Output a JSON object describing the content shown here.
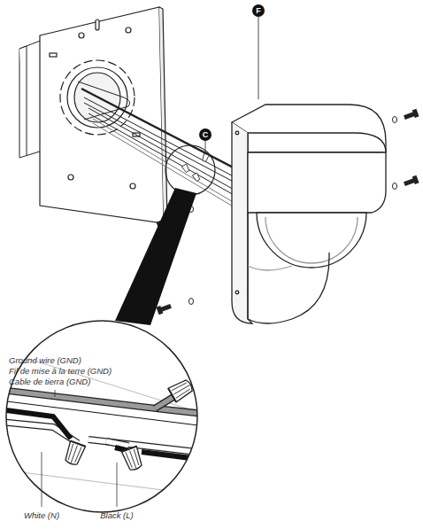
{
  "diagram": {
    "labels": [
      "F",
      "C",
      "Ground wire (GND)",
      "Fil de mise à la terre (GND)",
      "Cable de tierra (GND)",
      "White (N)",
      "Black (L)"
    ]
  }
}
